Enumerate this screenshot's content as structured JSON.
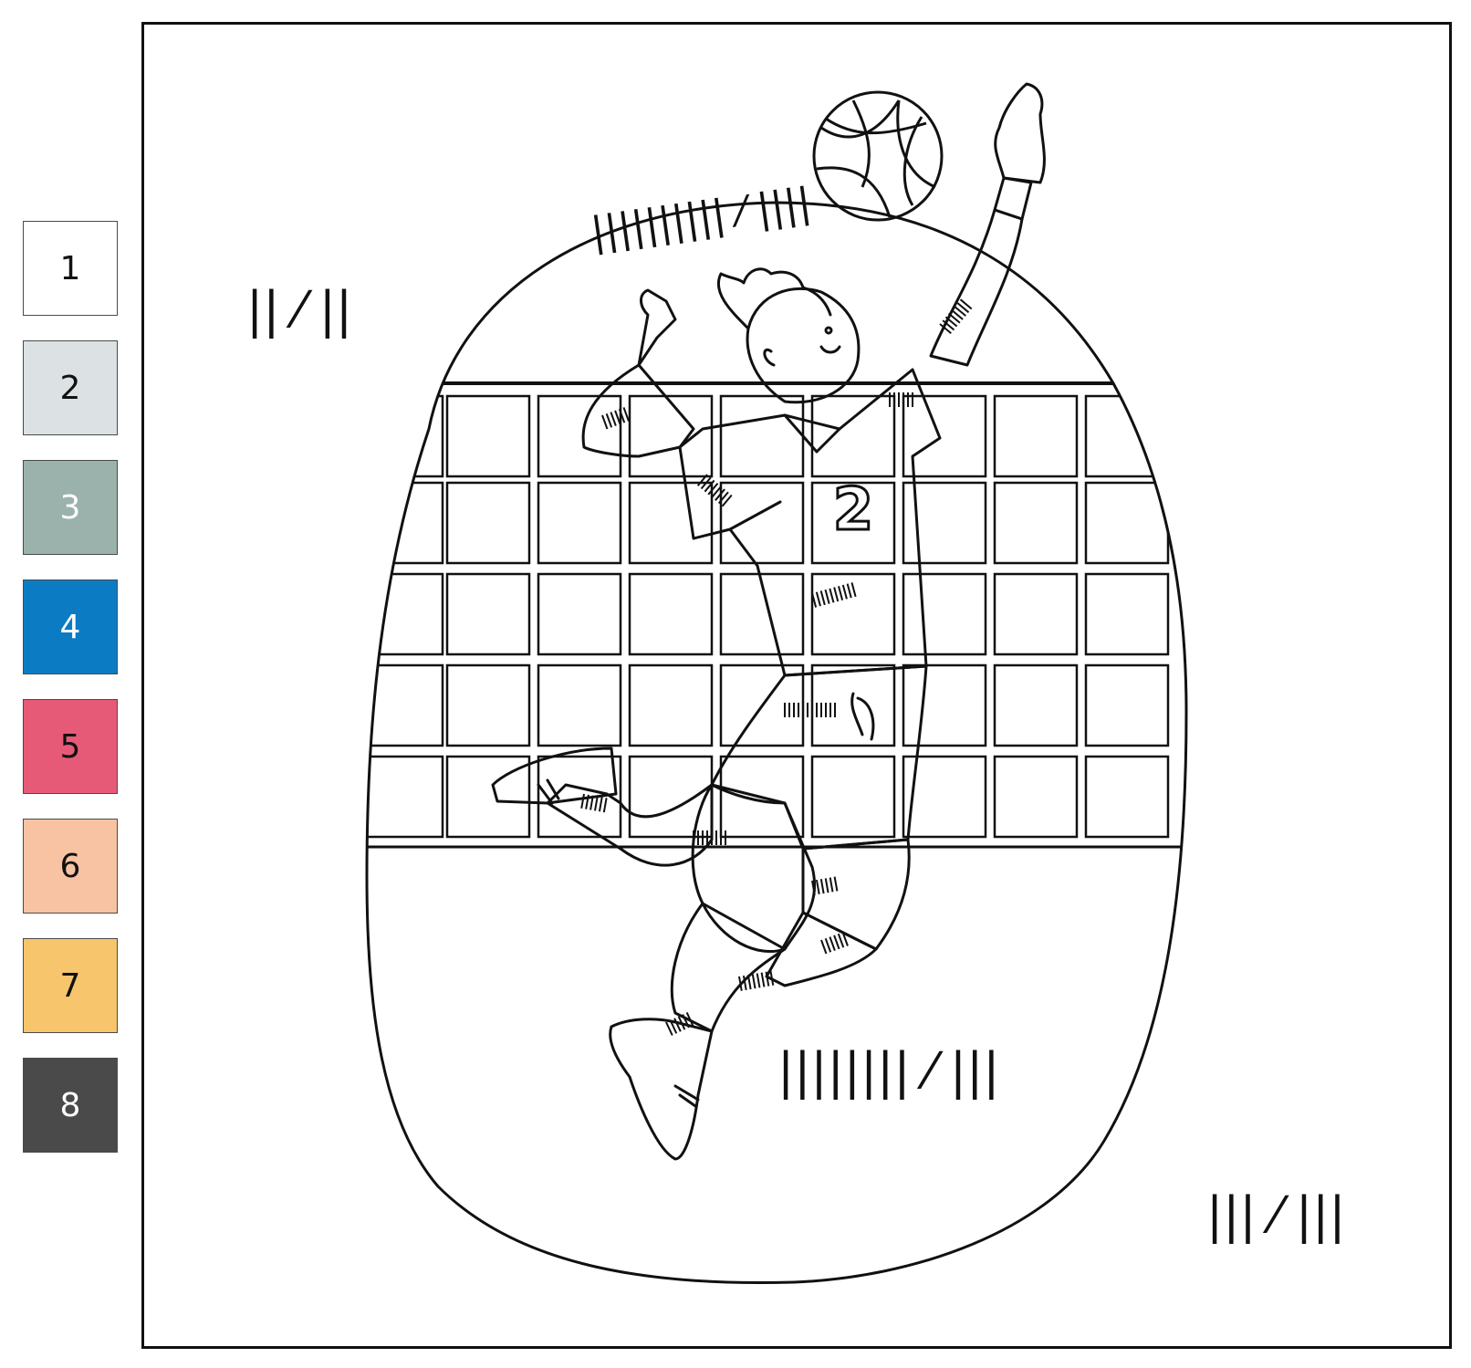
{
  "palette": [
    {
      "label": "1",
      "color": "#FFFFFF",
      "text_color": "#111111"
    },
    {
      "label": "2",
      "color": "#DCE1E3",
      "text_color": "#111111"
    },
    {
      "label": "3",
      "color": "#9AB2AB",
      "text_color": "#FFFFFF"
    },
    {
      "label": "4",
      "color": "#0B7CC3",
      "text_color": "#FFFFFF"
    },
    {
      "label": "5",
      "color": "#E75A77",
      "text_color": "#111111"
    },
    {
      "label": "6",
      "color": "#F8C3A3",
      "text_color": "#111111"
    },
    {
      "label": "7",
      "color": "#F6C56C",
      "text_color": "#111111"
    },
    {
      "label": "8",
      "color": "#4A4A4A",
      "text_color": "#FFFFFF"
    }
  ],
  "tallies": {
    "top_left": "|| ⁄ ||",
    "above_head": "|||||||||| ⁄ ||||",
    "bottom_center": "|||||||| ⁄ |||",
    "bottom_right": "||| ⁄ |||"
  },
  "jersey_number": "2",
  "icons": [
    "volleyball-icon",
    "player-icon",
    "net-icon"
  ]
}
